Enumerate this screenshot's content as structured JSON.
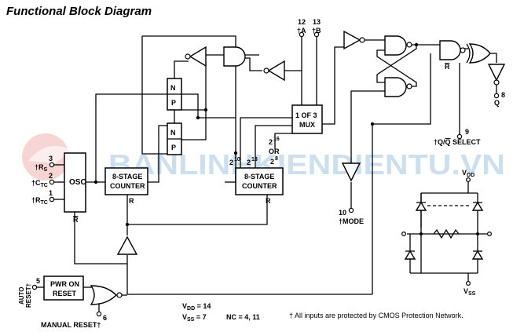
{
  "title": "Functional Block Diagram",
  "blocks": {
    "osc": "OSC",
    "counter1_l1": "8-STAGE",
    "counter1_l2": "COUNTER",
    "counter2_l1": "8-STAGE",
    "counter2_l2": "COUNTER",
    "mux_l1": "1 OF 3",
    "mux_l2": "MUX",
    "pwr_l1": "PWR ON",
    "pwr_l2": "RESET",
    "n1": "N",
    "p1": "P",
    "n2": "N",
    "p2": "P"
  },
  "labels": {
    "r_counter1": "R",
    "r_counter2": "R",
    "r_osc": "R",
    "r_ff": "R",
    "exp_210": "2",
    "exp_210_sup": "10",
    "exp_213": "2",
    "exp_213_sup": "13",
    "exp_216": "2",
    "exp_216_sup": "16",
    "or": "OR",
    "exp_28": "2",
    "exp_28_sup": "8"
  },
  "pins": {
    "rs_num": "3",
    "rs_label": "†R",
    "rs_sub": "S",
    "ctc_num": "2",
    "ctc_label": "†C",
    "ctc_sub": "TC",
    "rtc_num": "1",
    "rtc_label": "†R",
    "rtc_sub": "TC",
    "a_num": "12",
    "a_label": "†A",
    "b_num": "13",
    "b_label": "†B",
    "mode_num": "10",
    "mode_label": "†MODE",
    "qsel_num": "9",
    "qsel_label": "†Q/",
    "qsel_label2": "Q",
    "qsel_label3": " SELECT",
    "q_num": "8",
    "q_label": "Q",
    "auto_reset_l1": "AUTO",
    "auto_reset_l2": "RESET†",
    "auto_num": "5",
    "manual_num": "6",
    "manual_label": "MANUAL RESET†"
  },
  "supply": {
    "vdd_line_prefix": "V",
    "vdd_line_sub": "DD",
    "vdd_line_val": " = 14",
    "vss_line_prefix": "V",
    "vss_line_sub": "SS",
    "vss_line_val": " = 7",
    "nc": "NC = 4, 11",
    "vdd_node_prefix": "V",
    "vdd_node_sub": "DD",
    "vss_node_prefix": "V",
    "vss_node_sub": "SS"
  },
  "footnote": "† All inputs are protected by CMOS Protection Network.",
  "watermark": "BANLINHKIENDIENTU.VN"
}
